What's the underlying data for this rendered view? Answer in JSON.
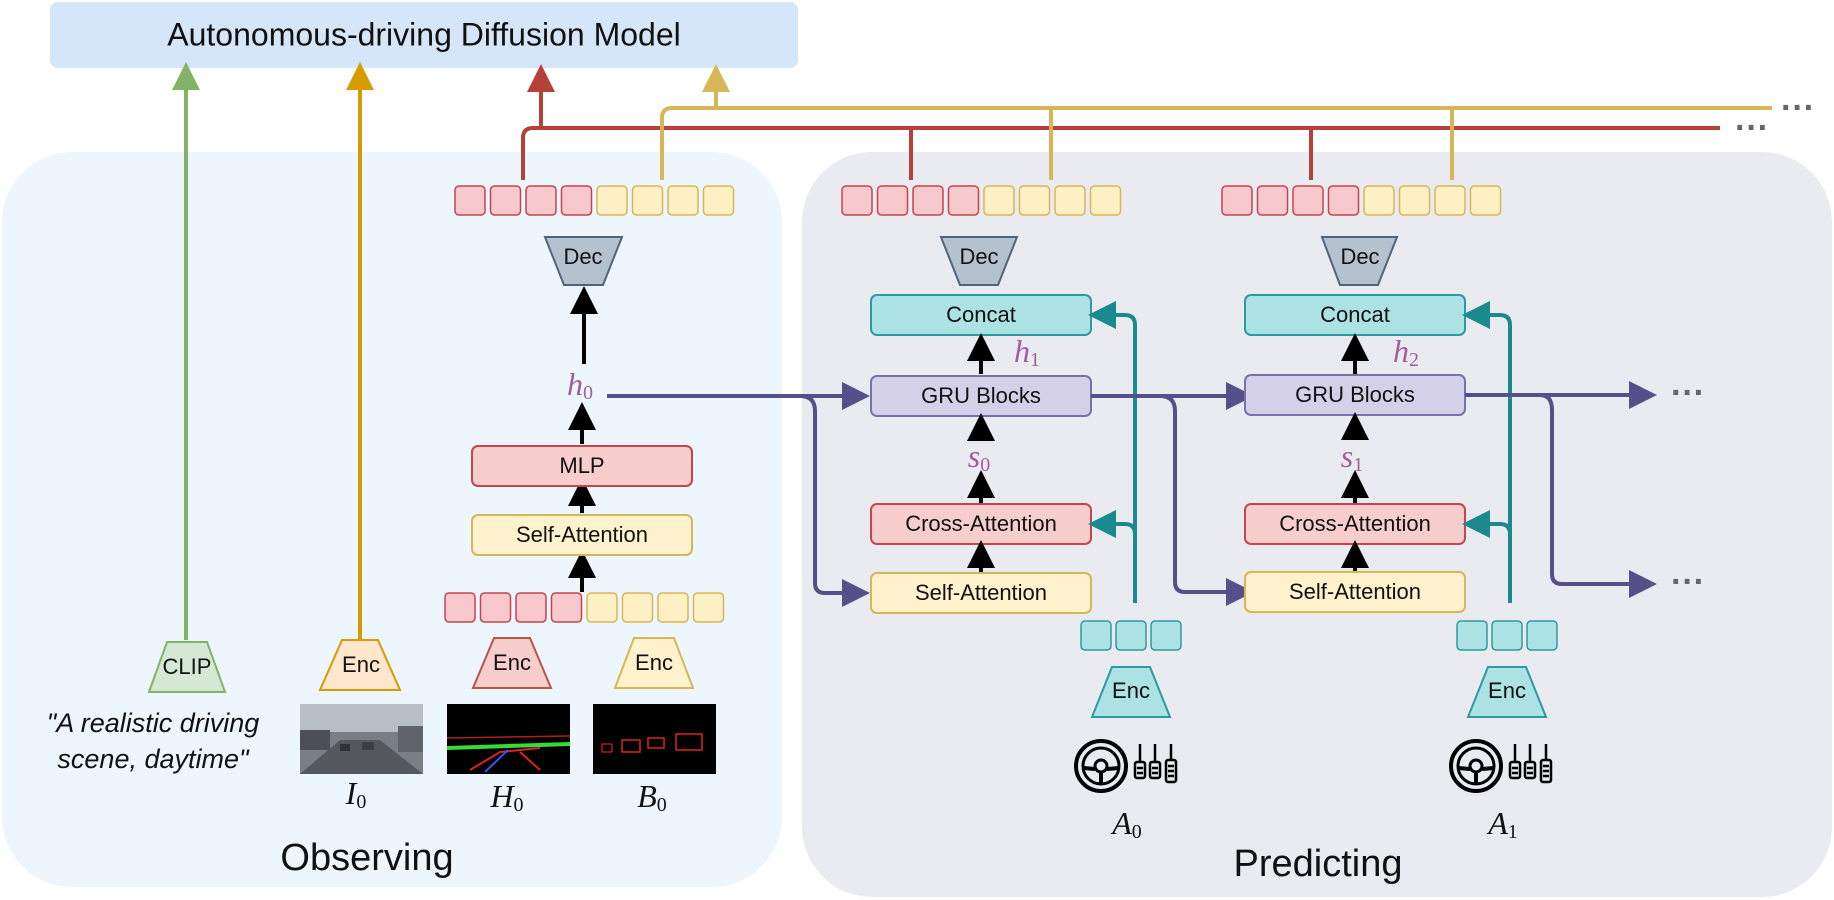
{
  "title": "Autonomous-driving Diffusion Model",
  "observing": {
    "section_label": "Observing",
    "clip_label": "CLIP",
    "caption_line1": "\"A realistic driving",
    "caption_line2": "scene, daytime\"",
    "image_enc_label": "Enc",
    "image_var": "I",
    "hd_enc_label": "Enc",
    "hd_var": "H",
    "box_enc_label": "Enc",
    "box_var": "B",
    "index": "0",
    "self_attention_label": "Self-Attention",
    "mlp_label": "MLP",
    "hidden_var": "h",
    "dec_label": "Dec"
  },
  "predicting": {
    "section_label": "Predicting",
    "steps": [
      {
        "dec_label": "Dec",
        "concat_label": "Concat",
        "hidden_var": "h",
        "hidden_index": "1",
        "gru_label": "GRU Blocks",
        "state_var": "s",
        "state_index": "0",
        "cross_attention_label": "Cross-Attention",
        "self_attention_label": "Self-Attention",
        "enc_label": "Enc",
        "action_var": "A",
        "action_index": "0"
      },
      {
        "dec_label": "Dec",
        "concat_label": "Concat",
        "hidden_var": "h",
        "hidden_index": "2",
        "gru_label": "GRU Blocks",
        "state_var": "s",
        "state_index": "1",
        "cross_attention_label": "Cross-Attention",
        "self_attention_label": "Self-Attention",
        "enc_label": "Enc",
        "action_var": "A",
        "action_index": "1"
      }
    ]
  },
  "continuation": "···",
  "colors": {
    "title_bg": "#d5e6f8",
    "observing_bg": "#edf6fc",
    "predicting_bg": "#e9ebf0",
    "red_token_fill": "#f7c9cd",
    "red_token_stroke": "#c7434e",
    "yellow_token_fill": "#fdf0c5",
    "yellow_token_stroke": "#d9b655",
    "teal_fill": "#ade2e4",
    "teal_stroke": "#2a9ba1",
    "purple_fill": "#d3d0e8",
    "purple_stroke": "#7a70ac",
    "dec_fill": "#b4c2cf",
    "dec_stroke": "#50657b",
    "green_arrow": "#82b366",
    "orange_arrow": "#d79b00",
    "red_line": "#b5413a",
    "yellow_line": "#d6b656",
    "purple_arrow": "#56508a",
    "teal_arrow": "#1a8a8e",
    "math_color": "#a35c9c"
  },
  "icons": {
    "steering": "steering-wheel-icon",
    "pedals": "pedals-icon",
    "camera": "camera-image",
    "hdmap": "hd-map-image",
    "boxes": "bounding-box-image"
  }
}
